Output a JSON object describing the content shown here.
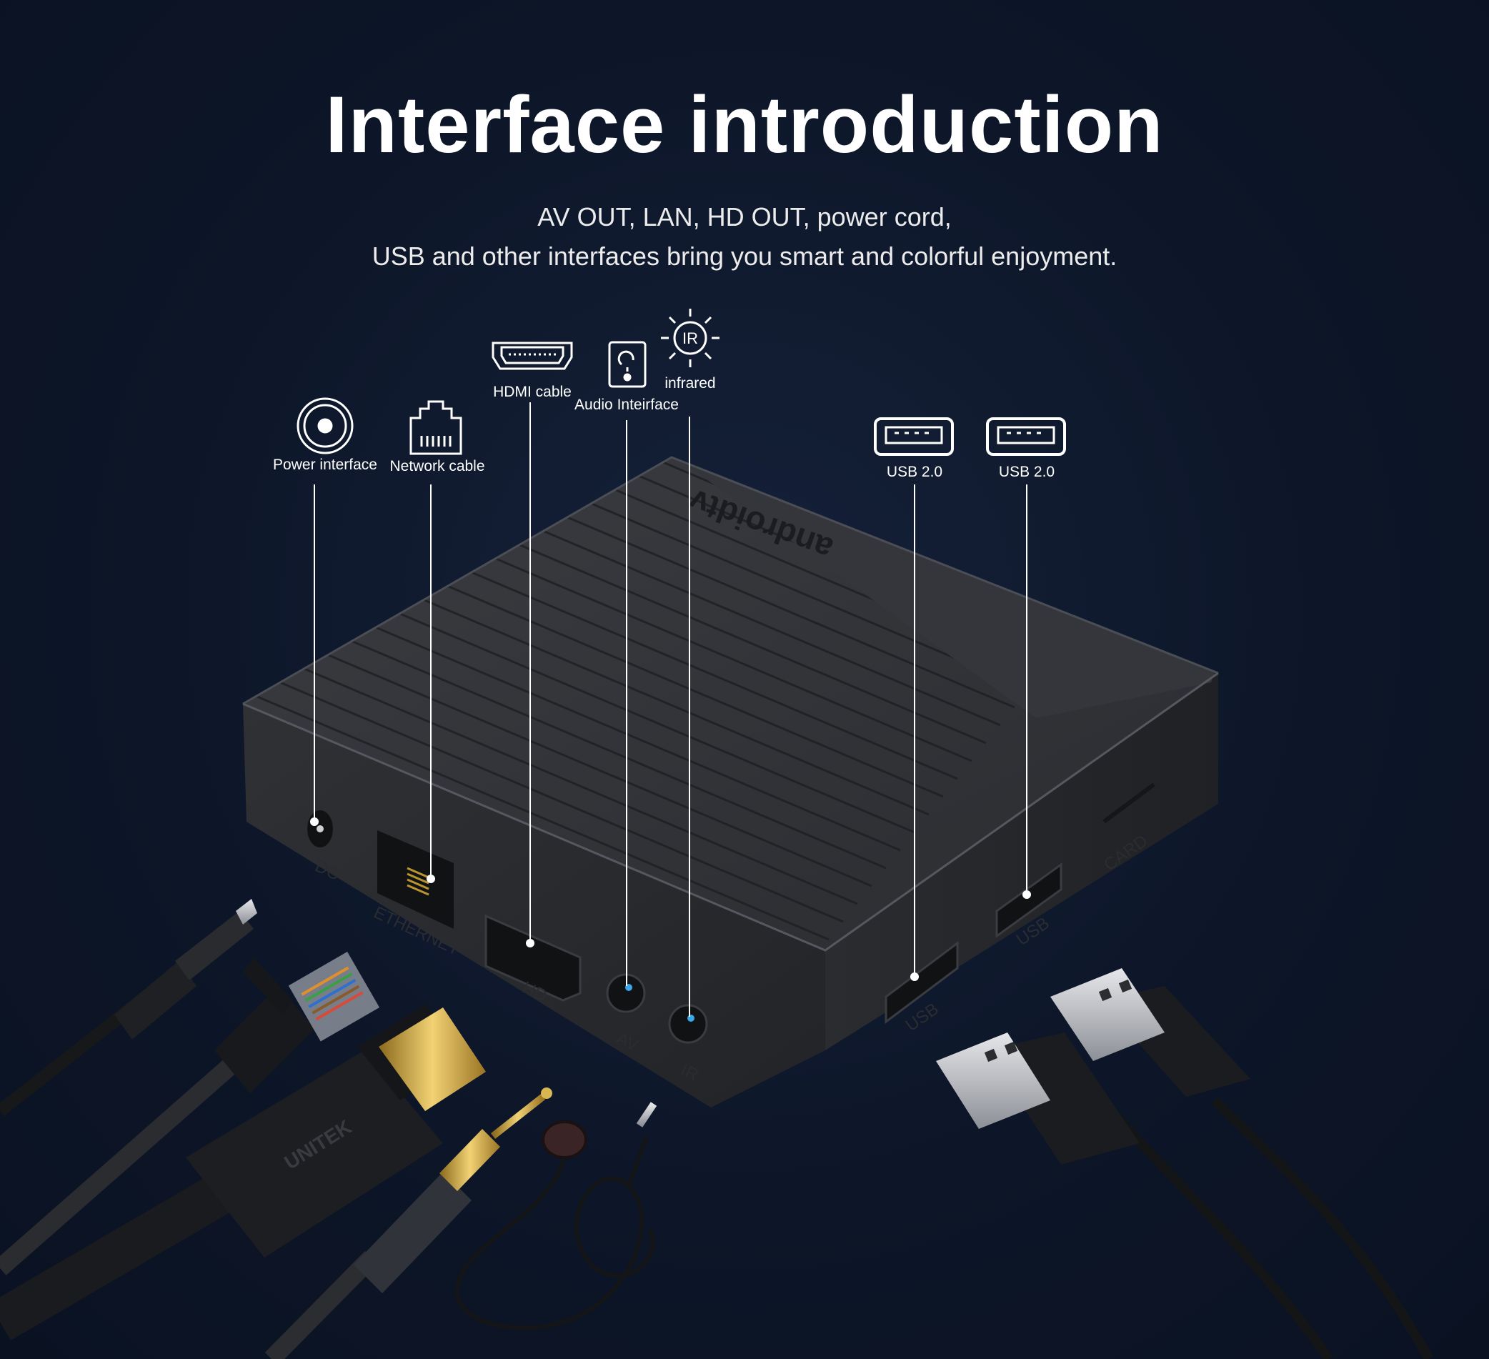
{
  "header": {
    "title": "Interface introduction",
    "subtitle_line1": "AV OUT, LAN, HD OUT, power cord,",
    "subtitle_line2": "USB and other interfaces bring you smart and colorful enjoyment."
  },
  "callouts": {
    "power": "Power interface",
    "network": "Network cable",
    "hdmi": "HDMI cable",
    "audio": "Audio Inteirface",
    "infrared": "infrared",
    "infrared_badge": "IR",
    "usb_left": "USB 2.0",
    "usb_right": "USB 2.0"
  },
  "device": {
    "brand": "androidtv",
    "ports": {
      "dc": "DC",
      "ethernet": "ETHERNET",
      "hd": "HD",
      "av": "AV",
      "ir": "IR",
      "usb1": "USB",
      "usb2": "USB",
      "card": "CARD"
    }
  },
  "cables": {
    "hdmi_brand": "UNITEK"
  },
  "icons": [
    "power-icon",
    "ethernet-icon",
    "hdmi-icon",
    "audio-icon",
    "infrared-icon",
    "usb-icon"
  ],
  "colors": {
    "background": "#0d1628",
    "device_body": "#2b2d31",
    "text": "#ffffff",
    "port_led": "#3aa7e8"
  }
}
